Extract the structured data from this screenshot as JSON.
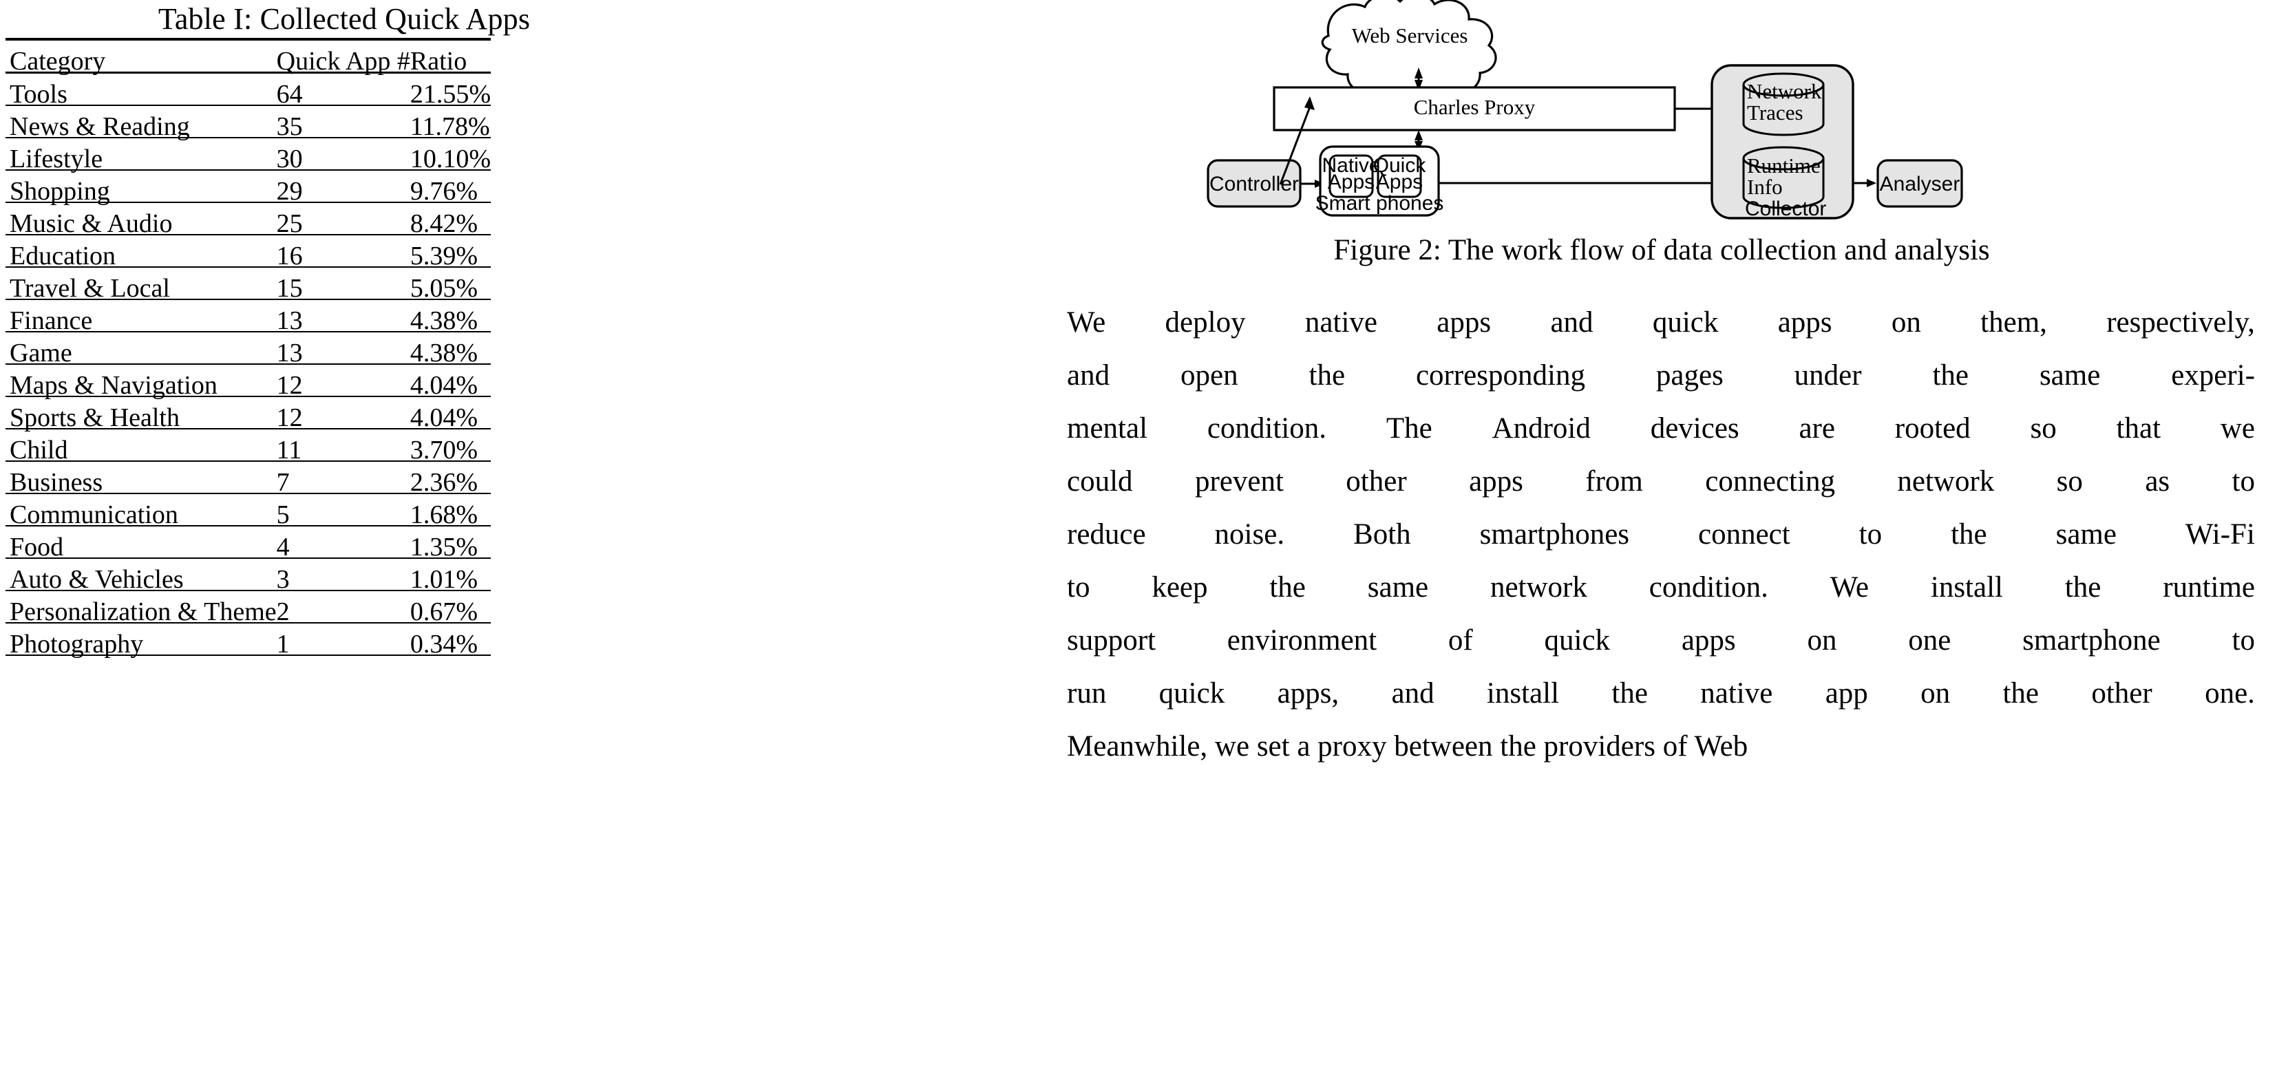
{
  "table": {
    "caption": "Table I: Collected Quick Apps",
    "columns": [
      "Category",
      "Quick App #",
      "Ratio"
    ],
    "rows": [
      {
        "category": "Tools",
        "count": "64",
        "ratio": "21.55%"
      },
      {
        "category": "News & Reading",
        "count": "35",
        "ratio": "11.78%"
      },
      {
        "category": "Lifestyle",
        "count": "30",
        "ratio": "10.10%"
      },
      {
        "category": "Shopping",
        "count": "29",
        "ratio": "9.76%"
      },
      {
        "category": "Music & Audio",
        "count": "25",
        "ratio": "8.42%"
      },
      {
        "category": "Education",
        "count": "16",
        "ratio": "5.39%"
      },
      {
        "category": "Travel & Local",
        "count": "15",
        "ratio": "5.05%"
      },
      {
        "category": "Finance",
        "count": "13",
        "ratio": "4.38%"
      },
      {
        "category": "Game",
        "count": "13",
        "ratio": "4.38%"
      },
      {
        "category": "Maps & Navigation",
        "count": "12",
        "ratio": "4.04%"
      },
      {
        "category": "Sports & Health",
        "count": "12",
        "ratio": "4.04%"
      },
      {
        "category": "Child",
        "count": "11",
        "ratio": "3.70%"
      },
      {
        "category": "Business",
        "count": "7",
        "ratio": "2.36%"
      },
      {
        "category": "Communication",
        "count": "5",
        "ratio": "1.68%"
      },
      {
        "category": "Food",
        "count": "4",
        "ratio": "1.35%"
      },
      {
        "category": "Auto & Vehicles",
        "count": "3",
        "ratio": "1.01%"
      },
      {
        "category": "Personalization & Theme",
        "count": "2",
        "ratio": "0.67%"
      },
      {
        "category": "Photography",
        "count": "1",
        "ratio": "0.34%"
      }
    ]
  },
  "figure": {
    "caption": "Figure 2: The work flow of data collection and analysis",
    "nodes": {
      "web_services": "Web Services",
      "charles_proxy": "Charles Proxy",
      "controller": "Controller",
      "native_apps_line1": "Native",
      "native_apps_line2": "Apps",
      "quick_apps_line1": "Quick",
      "quick_apps_line2": "Apps",
      "smart_phones": "Smart phones",
      "network_traces_line1": "Network",
      "network_traces_line2": "Traces",
      "runtime_info_line1": "Runtime",
      "runtime_info_line2": "Info",
      "collector": "Collector",
      "analyser": "Analyser"
    },
    "colors": {
      "shaded_fill": "#e4e4e4",
      "stroke": "#000000",
      "plain_fill": "#ffffff"
    }
  },
  "body": {
    "lines": [
      "We deploy native apps and quick apps on them, respectively,",
      "and open the corresponding pages under the same experi-",
      "mental condition. The Android devices are rooted so that we",
      "could prevent other apps from connecting network so as to",
      "reduce noise. Both smartphones connect to the same Wi-Fi",
      "to keep the same network condition. We install the runtime",
      "support environment of quick apps on one smartphone to",
      "run quick apps, and install the native app on the other one.",
      "Meanwhile, we set a proxy between the providers of Web"
    ]
  }
}
